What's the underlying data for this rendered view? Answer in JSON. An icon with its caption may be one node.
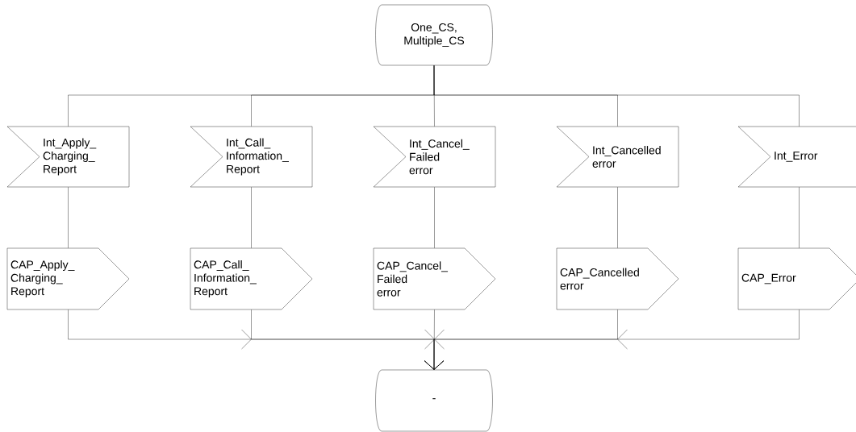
{
  "diagram": {
    "nodes": [
      {
        "text": [
          "One_CS, Multiple_CS"
        ]
      },
      {
        "text": [
          "Int_Apply_ Charging_ Report"
        ]
      },
      {
        "text": [
          "Int_Call_ Information_ Report"
        ]
      },
      {
        "text": [
          "Int_Cancel_ Failed error"
        ]
      },
      {
        "text": [
          "Int_Cancelled error"
        ]
      },
      {
        "text": [
          "Int_Error"
        ]
      },
      {
        "text": [
          "CAP_Apply_ Charging_ Report"
        ]
      },
      {
        "text": [
          "CAP_Call_ Information_ Report"
        ]
      },
      {
        "text": [
          "CAP_Cancel_ Failed error"
        ]
      },
      {
        "text": [
          "CAP_Cancelled error"
        ]
      },
      {
        "text": [
          "CAP_Error"
        ]
      },
      {
        "text": [
          "-"
        ]
      }
    ],
    "edges": [
      {
        "from": 0,
        "to": 1,
        "arrow": "none"
      },
      {
        "from": 0,
        "to": 2,
        "arrow": "none"
      },
      {
        "from": 0,
        "to": 3,
        "arrow": "none"
      },
      {
        "from": 0,
        "to": 4,
        "arrow": "none"
      },
      {
        "from": 0,
        "to": 5,
        "arrow": "none"
      },
      {
        "from": 1,
        "to": 6,
        "arrow": "none"
      },
      {
        "from": 2,
        "to": 7,
        "arrow": "none"
      },
      {
        "from": 3,
        "to": 8,
        "arrow": "none"
      },
      {
        "from": 4,
        "to": 9,
        "arrow": "none"
      },
      {
        "from": 5,
        "to": 10,
        "arrow": "none"
      },
      {
        "from": 6,
        "to": 11,
        "arrow": "to"
      },
      {
        "from": 7,
        "to": 11,
        "arrow": "to"
      },
      {
        "from": 8,
        "to": 11,
        "arrow": "to"
      },
      {
        "from": 9,
        "to": 11,
        "arrow": "to"
      },
      {
        "from": 10,
        "to": 11,
        "arrow": "to"
      }
    ]
  }
}
